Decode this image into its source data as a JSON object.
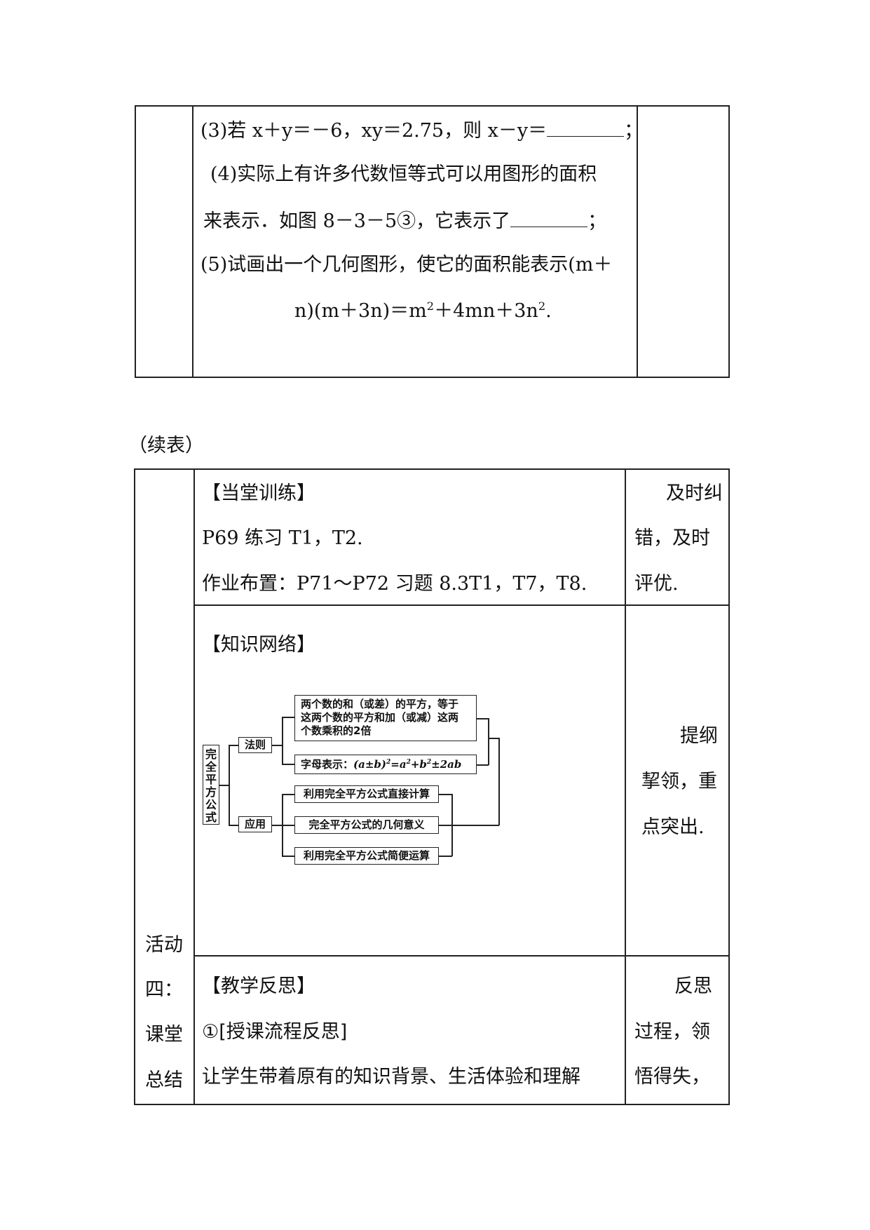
{
  "table1": {
    "lines": [
      "(3)若 x＋y＝－6，xy＝2.75，则 x－y＝",
      "(4)实际上有许多代数恒等式可以用图形的面积",
      "来表示．如图 8－3－5③，它表示了",
      "(5)试画出一个几何图形，使它的面积能表示(m＋",
      "n)(m＋3n)＝m",
      "＋4mn＋3n",
      "."
    ],
    "sup2": "2",
    "semicolon": "；"
  },
  "continued_label": "（续表）",
  "table2": {
    "left_col": [
      "活动",
      "四：",
      "课堂",
      "总结"
    ],
    "row1": {
      "heading": "【当堂训练】",
      "lines": [
        "P69 练习 T1，T2.",
        "作业布置：P71～P72 习题 8.3T1，T7，T8."
      ],
      "note": [
        "及时纠",
        "错，及时",
        "评优."
      ]
    },
    "row2": {
      "heading": "【知识网络】",
      "note": [
        "提纲",
        "挈领，重",
        "点突出."
      ]
    },
    "row3": {
      "heading": "【教学反思】",
      "lines": [
        "①[授课流程反思]",
        "让学生带着原有的知识背景、生活体验和理解"
      ],
      "note": [
        "反思",
        "过程，领",
        "悟得失，"
      ]
    }
  },
  "diagram": {
    "root": "完全平方公式",
    "branch_rule": "法则",
    "branch_apply": "应用",
    "rule_box1": [
      "两个数的和（或差）的平方，等于",
      "这两个数的平方和加（或减）这两",
      "个数乘积的2倍"
    ],
    "rule_box2_prefix": "字母表示：",
    "rule_box2_formula": [
      "(a±b)",
      "2",
      "=a",
      "2",
      "+b",
      "2",
      "±2ab"
    ],
    "apply_items": [
      "利用完全平方公式直接计算",
      "完全平方公式的几何意义",
      "利用完全平方公式简便运算"
    ]
  }
}
